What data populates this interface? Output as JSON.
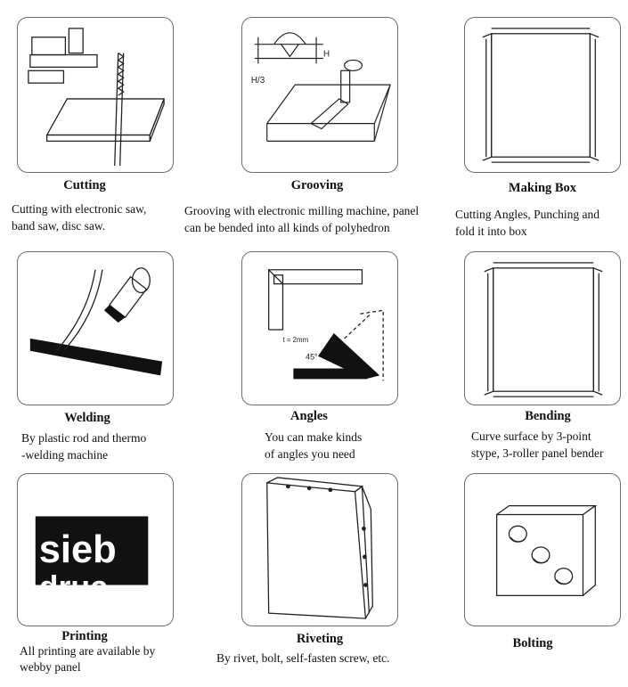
{
  "items": [
    {
      "title": "Cutting",
      "lines": [
        "Cutting with electronic saw,",
        "band saw, disc saw."
      ]
    },
    {
      "title": "Grooving",
      "lines": [
        "Grooving with electronic milling machine, panel",
        "can be bended into  all kinds of polyhedron"
      ]
    },
    {
      "title": "Making Box",
      "lines": [
        "Cutting Angles, Punching and",
        "fold it into box"
      ]
    },
    {
      "title": "Welding",
      "lines": [
        "By plastic rod and thermo",
        "-welding machine"
      ]
    },
    {
      "title": "Angles",
      "lines": [
        "You can make kinds",
        "of angles you need"
      ]
    },
    {
      "title": "Bending",
      "lines": [
        "Curve surface by 3-point",
        "stype, 3-roller panel bender"
      ]
    },
    {
      "title": "Printing",
      "lines": [
        "All printing are available by",
        "webby panel"
      ]
    },
    {
      "title": "Riveting",
      "lines": [
        "By rivet, bolt, self-fasten screw, etc."
      ]
    },
    {
      "title": "Bolting",
      "lines": []
    }
  ],
  "annotations": {
    "groove_h": "H",
    "groove_h3": "H/3",
    "angle_thickness": "t = 2mm",
    "angle_deg": "45°",
    "print_text_1": "sieb",
    "print_text_2": "druc"
  }
}
